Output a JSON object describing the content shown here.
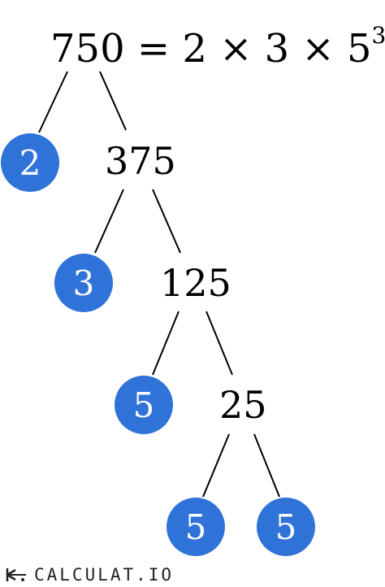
{
  "equation": {
    "lhs": "750",
    "eq": "=",
    "f1": "2",
    "times1": "×",
    "f2": "3",
    "times2": "×",
    "base": "5",
    "exp": "3"
  },
  "tree": {
    "composites": [
      "375",
      "125",
      "25"
    ],
    "leaves": [
      "2",
      "3",
      "5",
      "5",
      "5"
    ]
  },
  "colors": {
    "leaf": "#2f72d8",
    "line": "#000000"
  },
  "brand": {
    "text": "CALCULAT.IO",
    "icon": "brand-logo-icon"
  }
}
